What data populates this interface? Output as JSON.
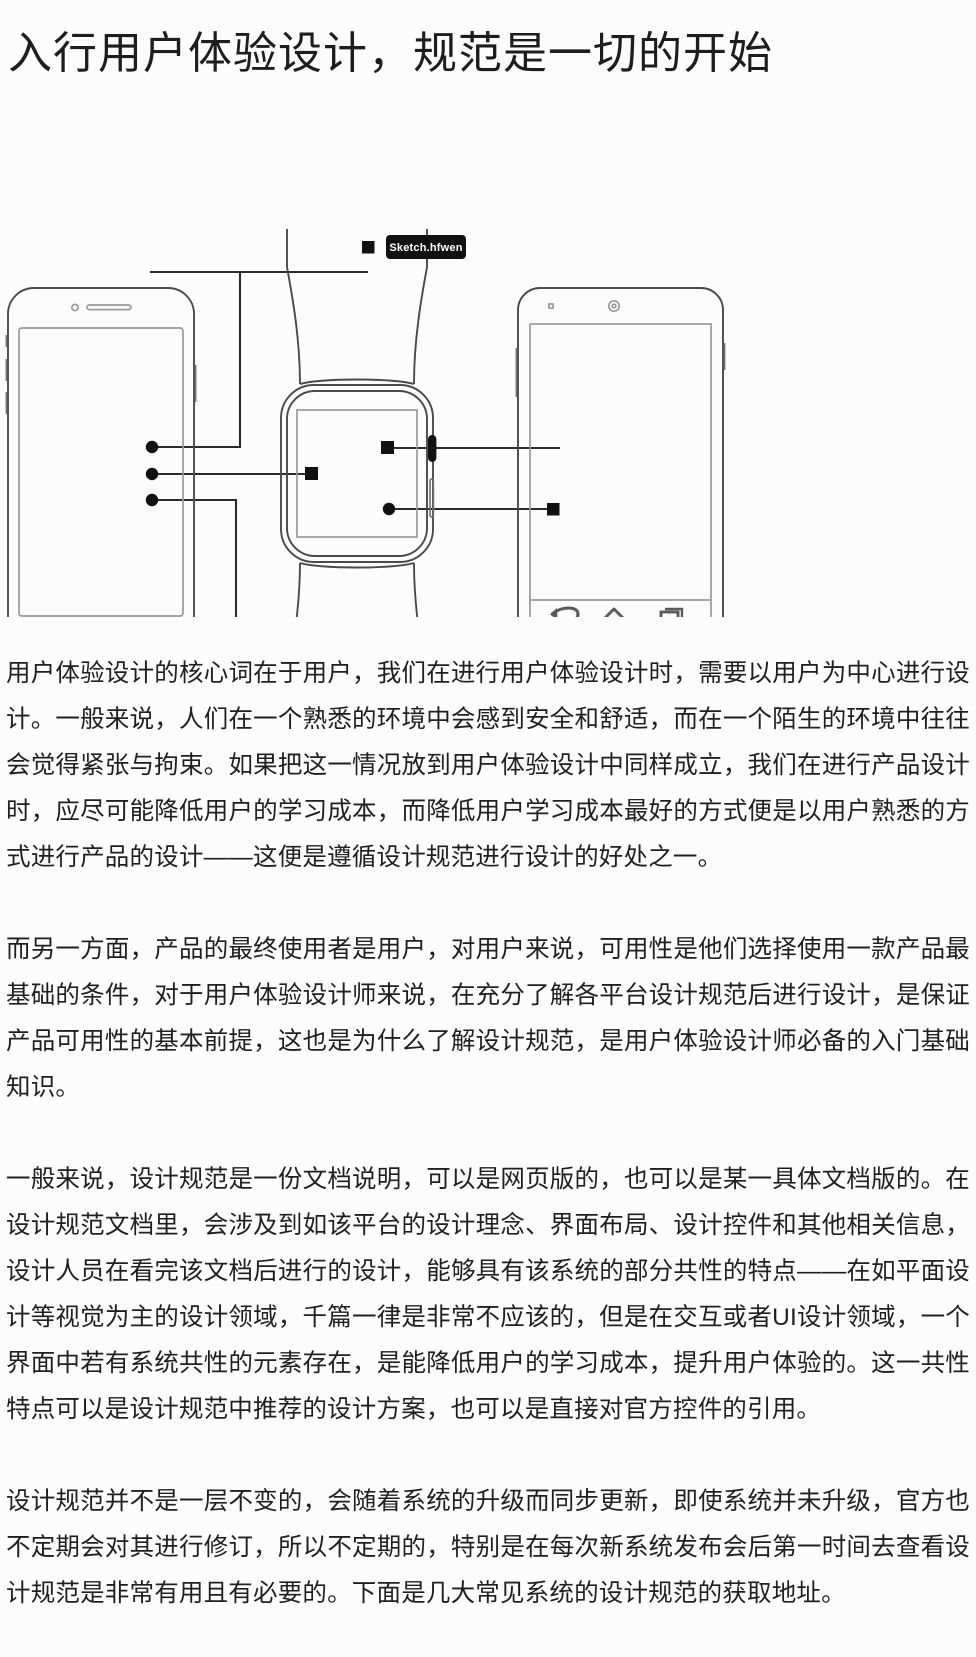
{
  "article": {
    "title": "入行用户体验设计，规范是一切的开始",
    "paragraphs": [
      "用户体验设计的核心词在于用户，我们在进行用户体验设计时，需要以用户为中心进行设计。一般来说，人们在一个熟悉的环境中会感到安全和舒适，而在一个陌生的环境中往往会觉得紧张与拘束。如果把这一情况放到用户体验设计中同样成立，我们在进行产品设计时，应尽可能降低用户的学习成本，而降低用户学习成本最好的方式便是以用户熟悉的方式进行产品的设计——这便是遵循设计规范进行设计的好处之一。",
      "而另一方面，产品的最终使用者是用户，对用户来说，可用性是他们选择使用一款产品最基础的条件，对于用户体验设计师来说，在充分了解各平台设计规范后进行设计，是保证产品可用性的基本前提，这也是为什么了解设计规范，是用户体验设计师必备的入门基础知识。",
      "一般来说，设计规范是一份文档说明，可以是网页版的，也可以是某一具体文档版的。在设计规范文档里，会涉及到如该平台的设计理念、界面布局、设计控件和其他相关信息，设计人员在看完该文档后进行的设计，能够具有该系统的部分共性的特点——在如平面设计等视觉为主的设计领域，千篇一律是非常不应该的，但是在交互或者UI设计领域，一个界面中若有系统共性的元素存在，是能降低用户的学习成本，提升用户体验的。这一共性特点可以是设计规范中推荐的设计方案，也可以是直接对官方控件的引用。",
      "设计规范并不是一层不变的，会随着系统的升级而同步更新，即使系统并未升级，官方也不定期会对其进行修订，所以不定期的，特别是在每次新系统发布会后第一时间去查看设计规范是非常有用且有必要的。下面是几大常见系统的设计规范的获取地址。"
    ]
  },
  "illustration": {
    "alt_label": "三端设备线框示意图",
    "badge": {
      "label": "Sketch.hfwen"
    },
    "devices": [
      {
        "name": "iphone",
        "label": "iPhone 线框"
      },
      {
        "name": "smartwatch",
        "label": "智能手表线框"
      },
      {
        "name": "android-phone",
        "label": "Android 手机线框"
      }
    ],
    "android_nav": [
      {
        "name": "back",
        "glyph": "back-arrow"
      },
      {
        "name": "home",
        "glyph": "home-shape"
      },
      {
        "name": "recents",
        "glyph": "recents-stack"
      }
    ],
    "colors": {
      "background": "#fcfcfc",
      "outline": "#4a4a4a",
      "outline_light": "#9a9a9a",
      "marker": "#111111",
      "badge_bg": "#111111",
      "badge_text": "#ffffff"
    }
  }
}
